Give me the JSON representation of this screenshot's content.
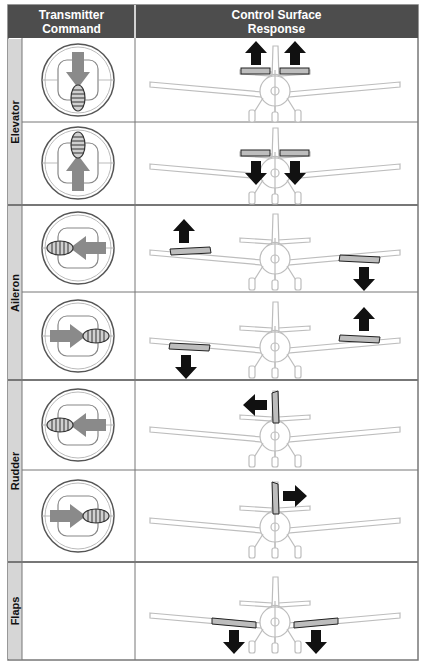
{
  "diagram": {
    "labels": [
      "Transmitter Command",
      "Control Surface Response",
      "Elevator",
      "Aileron",
      "Rudder",
      "Flaps"
    ]
  }
}
